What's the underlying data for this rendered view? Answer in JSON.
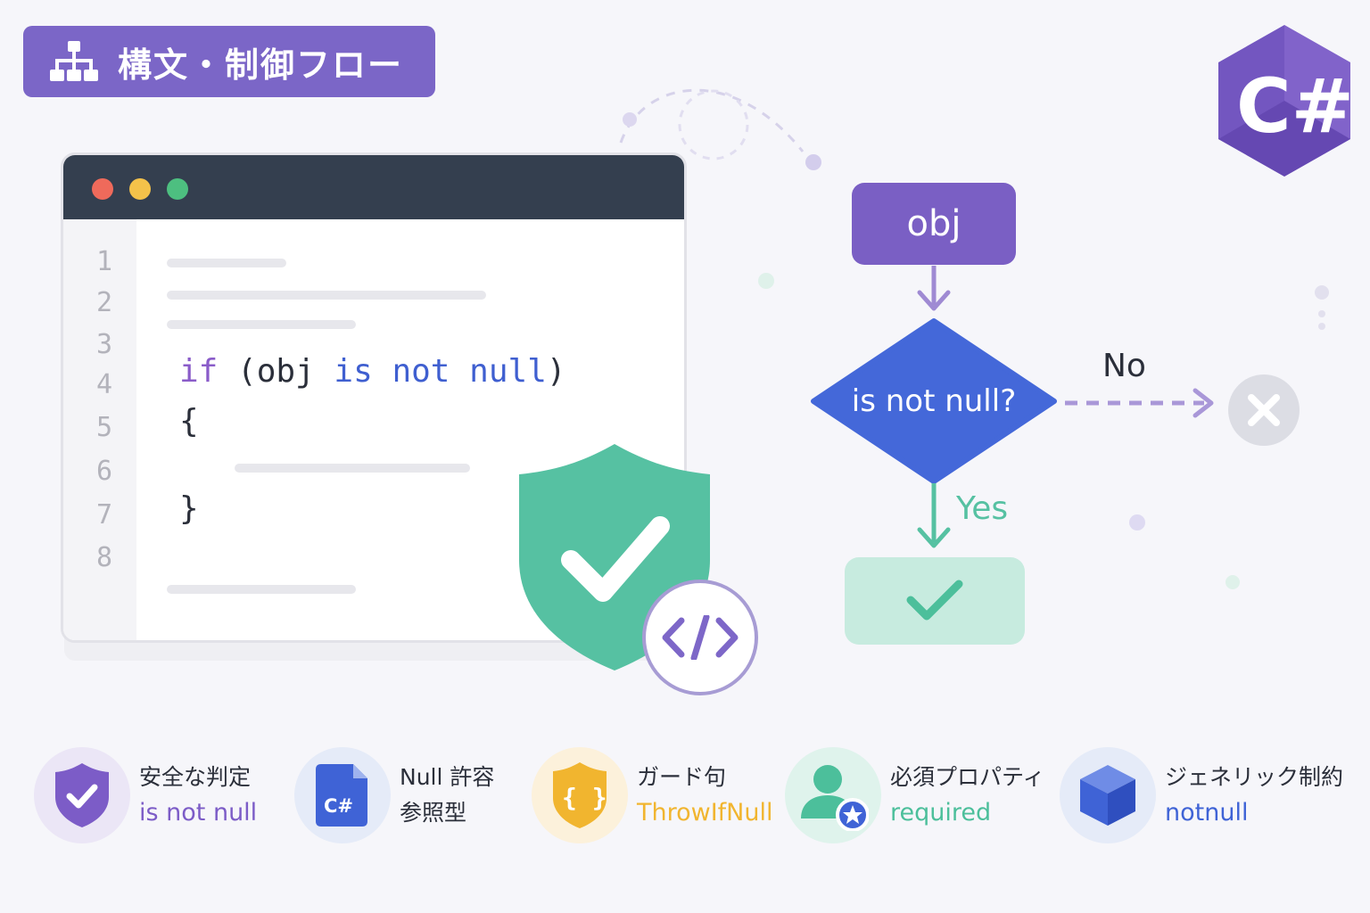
{
  "header": {
    "title": "構文・制御フロー",
    "icon": "hierarchy-icon"
  },
  "logo": {
    "text": "C#",
    "icon": "csharp-logo"
  },
  "editor": {
    "line_numbers": [
      "1",
      "2",
      "3",
      "4",
      "5",
      "6",
      "7",
      "8"
    ],
    "code": {
      "if_kw": "if",
      "open_paren_obj": " (obj ",
      "is_kw": "is",
      "not_kw": "not",
      "null_kw": "null",
      "close_paren": ")",
      "open_brace": "{",
      "close_brace": "}"
    },
    "window_dots": [
      "#ef6a5b",
      "#f4c24a",
      "#4dbf80"
    ]
  },
  "flowchart": {
    "start_label": "obj",
    "decision_label": "is not null?",
    "no_label": "No",
    "yes_label": "Yes"
  },
  "features": [
    {
      "title": "安全な判定",
      "code": "is not null",
      "icon": "shield-check-icon",
      "color": "#7c5cc7"
    },
    {
      "title_line1": "Null 許容",
      "title_line2": "参照型",
      "icon_text": "C#",
      "icon": "csharp-file-icon",
      "color": "#3f63d6"
    },
    {
      "title": "ガード句",
      "code": "ThrowIfNull",
      "icon_text": "{ }",
      "icon": "braces-shield-icon",
      "color": "#f1b52f"
    },
    {
      "title": "必須プロパティ",
      "code": "required",
      "icon": "person-star-icon",
      "color": "#4cbf9b"
    },
    {
      "title": "ジェネリック制約",
      "code": "notnull",
      "icon": "cube-icon",
      "color": "#3f63d6"
    }
  ],
  "colors": {
    "purple": "#7b66c7",
    "blue": "#4468d9",
    "green": "#56c1a2",
    "yellow": "#f1b52f"
  }
}
